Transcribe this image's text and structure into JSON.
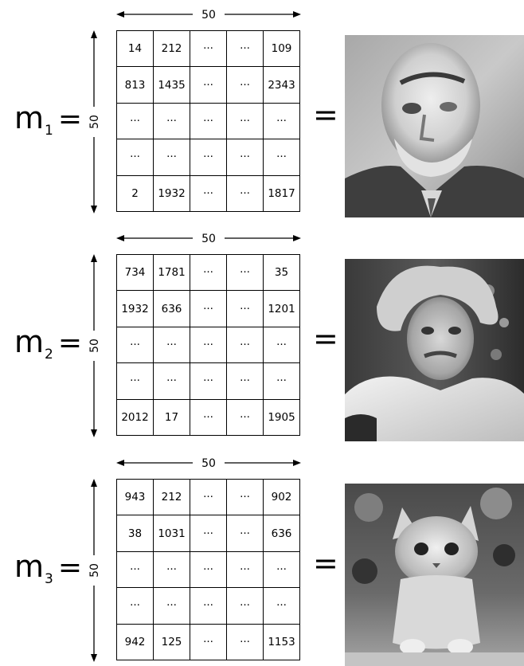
{
  "matrices": [
    {
      "name": "m",
      "subscript": "1",
      "equals": "=",
      "width_label": "50",
      "height_label": "50",
      "rows": [
        [
          "14",
          "212",
          "···",
          "···",
          "109"
        ],
        [
          "813",
          "1435",
          "···",
          "···",
          "2343"
        ],
        [
          "···",
          "···",
          "···",
          "···",
          "···"
        ],
        [
          "···",
          "···",
          "···",
          "···",
          "···"
        ],
        [
          "2",
          "1932",
          "···",
          "···",
          "1817"
        ]
      ],
      "equals_right": "=",
      "image": "portrait-elderly-man-photo"
    },
    {
      "name": "m",
      "subscript": "2",
      "equals": "=",
      "width_label": "50",
      "height_label": "50",
      "rows": [
        [
          "734",
          "1781",
          "···",
          "···",
          "35"
        ],
        [
          "1932",
          "636",
          "···",
          "···",
          "1201"
        ],
        [
          "···",
          "···",
          "···",
          "···",
          "···"
        ],
        [
          "···",
          "···",
          "···",
          "···",
          "···"
        ],
        [
          "2012",
          "17",
          "···",
          "···",
          "1905"
        ]
      ],
      "equals_right": "=",
      "image": "portrait-einstein-photo"
    },
    {
      "name": "m",
      "subscript": "3",
      "equals": "=",
      "width_label": "50",
      "height_label": "50",
      "rows": [
        [
          "943",
          "212",
          "···",
          "···",
          "902"
        ],
        [
          "38",
          "1031",
          "···",
          "···",
          "636"
        ],
        [
          "···",
          "···",
          "···",
          "···",
          "···"
        ],
        [
          "···",
          "···",
          "···",
          "···",
          "···"
        ],
        [
          "942",
          "125",
          "···",
          "···",
          "1153"
        ]
      ],
      "equals_right": "=",
      "image": "kitten-photo"
    }
  ]
}
